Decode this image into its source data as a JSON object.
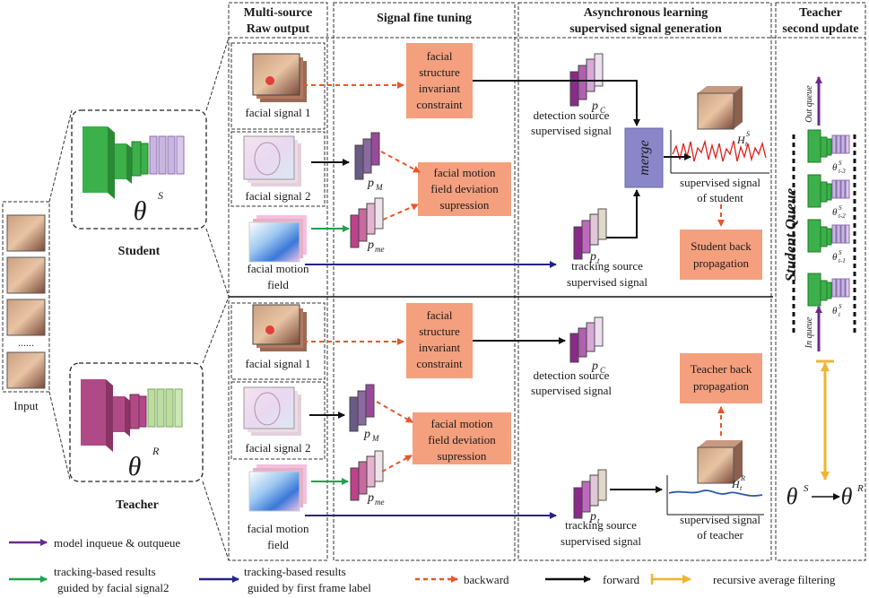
{
  "headers": {
    "col1": [
      "Multi-source",
      "Raw output"
    ],
    "col2": "Signal fine tuning",
    "col3": [
      "Asynchronous learning",
      "supervised signal generation"
    ],
    "col4": [
      "Teacher",
      "second update"
    ]
  },
  "input": {
    "label": "Input",
    "dots": "......"
  },
  "models": {
    "student": {
      "symbol": "θ",
      "sup": "S",
      "label": "Student"
    },
    "teacher": {
      "symbol": "θ",
      "sup": "R",
      "label": "Teacher"
    }
  },
  "sources": {
    "facial_signal_1": "facial signal 1",
    "facial_signal_2": "facial signal 2",
    "motion_field": [
      "facial motion",
      "field"
    ]
  },
  "tuning": {
    "structure": [
      "facial",
      "structure",
      "invariant",
      "constraint"
    ],
    "motion": [
      "facial motion",
      "field deviation",
      "supression"
    ]
  },
  "signals": {
    "pM": "p",
    "pM_sub": "M",
    "pme": "p",
    "pme_sub": "me",
    "pC": "p",
    "pC_sub": "C",
    "pt": "p",
    "pt_sub": "t",
    "detection": [
      "detection source",
      "supervised signal"
    ],
    "tracking": [
      "tracking source",
      "supervised signal"
    ],
    "merge": "merge",
    "student_sup": [
      "supervised signal",
      "of student"
    ],
    "teacher_sup": [
      "supervised signal",
      "of teacher"
    ],
    "HtS": "H",
    "HtS_sup": "S",
    "HtS_sub": "t",
    "HtR": "H",
    "HtR_sup": "R",
    "HtR_sub": "t"
  },
  "backprop": {
    "student": [
      "Student back",
      "propagation"
    ],
    "teacher": [
      "Teacher back",
      "propagation"
    ]
  },
  "queue": {
    "title": "Student Queue",
    "out": "Out queue",
    "in": "In queue",
    "items": [
      {
        "sym": "θ",
        "sup": "S",
        "sub": "t-3"
      },
      {
        "sym": "θ",
        "sup": "S",
        "sub": "t-2"
      },
      {
        "sym": "θ",
        "sup": "S",
        "sub": "t-1"
      },
      {
        "sym": "θ",
        "sup": "S",
        "sub": "t"
      }
    ],
    "update": {
      "left": "θ",
      "left_sup": "S",
      "right": "θ",
      "right_sup": "R"
    }
  },
  "legend": {
    "purple": "model inqueue & outqueue",
    "green": [
      "tracking-based results",
      "guided by facial signal2"
    ],
    "blue": [
      "tracking-based results",
      "guided by first frame label"
    ],
    "backward": "backward",
    "forward": "forward",
    "filter": "recursive average filtering"
  },
  "colors": {
    "student_model": "#3a9a3e",
    "teacher_model": "#a8447e",
    "orange_box": "#f4a07e",
    "merge_box": "#8a86c8",
    "purple_arrow": "#6a2a8e",
    "green_arrow": "#1fa24a",
    "blue_arrow": "#26238a",
    "orange_arrow": "#e8562a",
    "black_arrow": "#111111",
    "yellow_line": "#f1b42f",
    "red_signal": "#e0201c",
    "blue_signal": "#2a5aa8"
  }
}
